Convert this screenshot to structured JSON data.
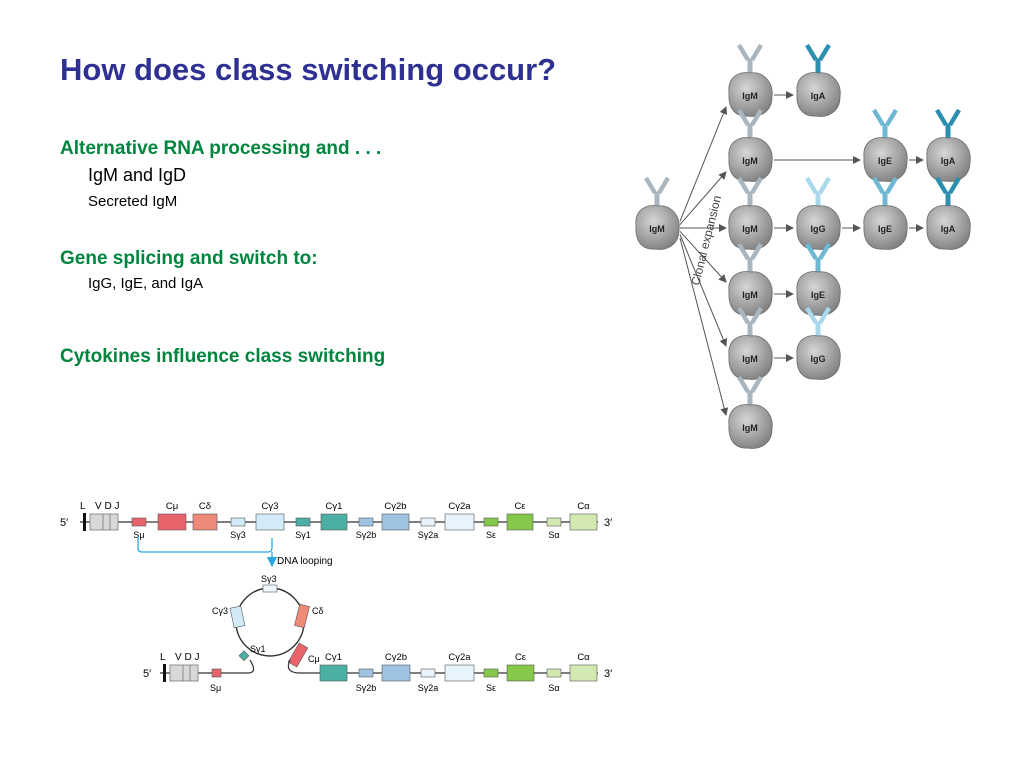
{
  "slide": {
    "title": "How does class switching occur?",
    "sections": [
      {
        "heading": "Alternative RNA processing and . . .",
        "items": [
          "IgM and IgD",
          "Secreted IgM"
        ]
      },
      {
        "heading": "Gene splicing and switch to:",
        "items": [
          "IgG, IgE, and IgA"
        ]
      },
      {
        "heading": "Cytokines influence class switching",
        "items": []
      }
    ]
  },
  "clonal": {
    "arrow_label": "Clonal expansion",
    "start": "IgM",
    "rows": [
      [
        "IgM",
        "IgA"
      ],
      [
        "IgM",
        "IgE",
        "IgA"
      ],
      [
        "IgM",
        "IgG",
        "IgE",
        "IgA"
      ],
      [
        "IgM",
        "IgE"
      ],
      [
        "IgM",
        "IgG"
      ],
      [
        "IgM"
      ]
    ]
  },
  "gene": {
    "top": {
      "five": "5′",
      "three": "3′",
      "L": "L",
      "VDJ": "V D J",
      "constant": [
        {
          "label": "Cμ",
          "color": "#e8646a"
        },
        {
          "label": "Cδ",
          "color": "#f08a78"
        },
        {
          "label": "Cγ3",
          "color": "#d3ebf8"
        },
        {
          "label": "Cγ1",
          "color": "#4cafa3"
        },
        {
          "label": "Cγ2b",
          "color": "#9fc4e3"
        },
        {
          "label": "Cγ2a",
          "color": "#e8f4fb"
        },
        {
          "label": "Cε",
          "color": "#86c84a"
        },
        {
          "label": "Cα",
          "color": "#d2eab1"
        }
      ],
      "switch": [
        {
          "label": "Sμ"
        },
        {
          "label": "Sγ3"
        },
        {
          "label": "Sγ1"
        },
        {
          "label": "Sγ2b"
        },
        {
          "label": "Sγ2a"
        },
        {
          "label": "Sε"
        },
        {
          "label": "Sα"
        }
      ]
    },
    "looping": "DNA looping",
    "loop": {
      "top": "Sγ3",
      "left": "Cγ3",
      "right": "Cδ",
      "bottom_left": "Sγ1",
      "bottom_right": "Cμ"
    },
    "bottom": {
      "five": "5′",
      "three": "3′",
      "L": "L",
      "VDJ": "V D J",
      "smu": "Sμ",
      "constant": [
        "Cγ1",
        "Cγ2b",
        "Cγ2a",
        "Cε",
        "Cα"
      ],
      "switch": [
        "Sγ2b",
        "Sγ2a",
        "Sε",
        "Sα"
      ]
    }
  }
}
